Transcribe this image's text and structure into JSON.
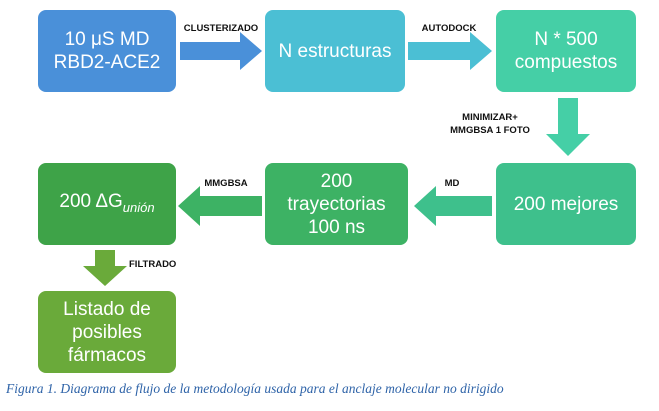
{
  "boxes": {
    "md_source": {
      "line1": "10 μS MD",
      "line2": "RBD2-ACE2",
      "color": "#4a90d9"
    },
    "n_structures": {
      "line1": "N estructuras",
      "color": "#4bbfd4"
    },
    "compounds": {
      "line1": "N * 500",
      "line2": "compuestos",
      "color": "#45cfa6"
    },
    "best": {
      "line1": "200 mejores",
      "color": "#3ec08c"
    },
    "trajectories": {
      "line1": "200",
      "line2": "trayectorias",
      "line3": "100 ns",
      "color": "#3db264"
    },
    "binding": {
      "prefix": "200 ΔG",
      "subscript": "unión",
      "color": "#3ea348"
    },
    "candidates": {
      "line1": "Listado de",
      "line2": "posibles",
      "line3": "fármacos",
      "color": "#6aaa3a"
    }
  },
  "arrows": {
    "clusterizado": "CLUSTERIZADO",
    "autodock": "AUTODOCK",
    "minimizar_1": "MINIMIZAR+",
    "minimizar_2": "MMGBSA 1 FOTO",
    "md": "MD",
    "mmgbsa": "MMGBSA",
    "filtrado": "FILTRADO"
  },
  "caption": "Figura 1. Diagrama de flujo de la metodología usada para el anclaje molecular no dirigido"
}
